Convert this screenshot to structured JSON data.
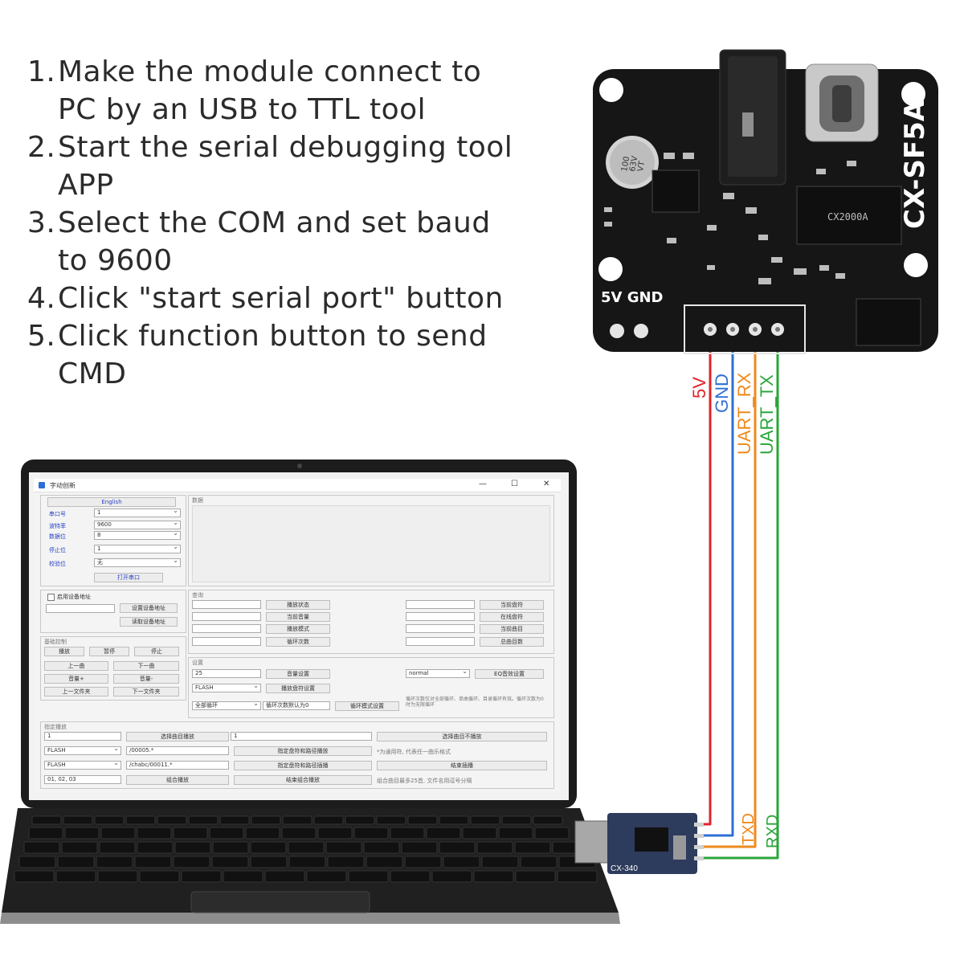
{
  "instructions": [
    {
      "num": "1.",
      "lines": [
        "Make the module connect to",
        "PC by an USB to TTL tool"
      ]
    },
    {
      "num": "2.",
      "lines": [
        "Start the serial debugging tool",
        "APP"
      ]
    },
    {
      "num": "3.",
      "lines": [
        "Select the COM and set baud",
        "to 9600"
      ]
    },
    {
      "num": "4.",
      "lines": [
        "Click \"start serial port\" button"
      ]
    },
    {
      "num": "5.",
      "lines": [
        "Click function button to send",
        "CMD"
      ]
    }
  ],
  "board": {
    "model": "CX-SF5A",
    "chip": "CX2000A",
    "cap_lines": [
      "100",
      "63V",
      "VT"
    ],
    "power_label": "5V  GND"
  },
  "wires": [
    {
      "label": "5V",
      "color": "#e0242c"
    },
    {
      "label": "GND",
      "color": "#2f6fd6"
    },
    {
      "label": "UART_RX",
      "color": "#ef8a1c"
    },
    {
      "label": "UART_TX",
      "color": "#2aa639"
    }
  ],
  "adapter": {
    "name": "CX-340",
    "pins": [
      "TXD",
      "RXD"
    ],
    "txd_color": "#ef8a1c",
    "rxd_color": "#2aa639"
  },
  "app": {
    "title": "字动创新",
    "window_buttons": [
      "—",
      "☐",
      "✕"
    ],
    "english_button": "English",
    "serial": {
      "port_label": "串口号",
      "port_value": "1",
      "baud_label": "波特率",
      "baud_value": "9600",
      "databits_label": "数据位",
      "databits_value": "8",
      "stopbits_label": "停止位",
      "stopbits_value": "1",
      "parity_label": "校验位",
      "parity_value": "无",
      "open_button": "打开串口"
    },
    "data_label": "数据",
    "address": {
      "enable_label": "启用设备地址",
      "set_button": "设置设备地址",
      "read_button": "读取设备地址"
    },
    "basic": {
      "label": "基础控制",
      "buttons": [
        "播放",
        "暂停",
        "停止",
        "上一曲",
        "下一曲",
        "音量+",
        "音量-",
        "上一文件夹",
        "下一文件夹"
      ]
    },
    "query": {
      "label": "查询",
      "left_buttons": [
        "播放状态",
        "当前音量",
        "播放模式",
        "循环次数"
      ],
      "right_buttons": [
        "当前盘符",
        "在线盘符",
        "当前曲目",
        "总曲目数"
      ]
    },
    "settings": {
      "label": "设置",
      "volume_value": "25",
      "volume_button": "音量设置",
      "eq_value": "normal",
      "eq_button": "EQ音效设置",
      "disk_value": "FLASH",
      "disk_button": "播放盘符设置",
      "loop_value": "全部循环",
      "loop_count": "循环次数默认为0",
      "loop_button": "循环模式设置",
      "loop_note": "循环次数仅对全部循环、单曲循环、目录循环有效。循环次数为0时为无限循环"
    },
    "play": {
      "label": "指定播放",
      "track_value": "1",
      "track_button": "选择曲目播放",
      "track2_value": "1",
      "track2_button": "选择曲目不播放",
      "disk1": "FLASH",
      "path1": "/00005.*",
      "path_button": "指定盘符和路径播放",
      "path_note": "*为通用符, 代表任一曲乐格式",
      "disk2": "FLASH",
      "path2": "/chabc/00011.*",
      "insert_button": "指定盘符和路径插播",
      "end_insert_button": "结束插播",
      "combo_value": "01, 02, 03",
      "combo_button": "组合播放",
      "end_combo_button": "结束组合播放",
      "combo_note": "组合曲目最多25首, 文件名用逗号分隔"
    }
  }
}
